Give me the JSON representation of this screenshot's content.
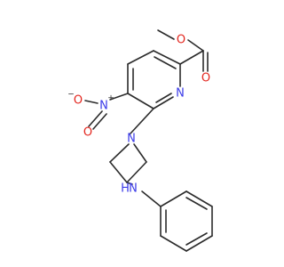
{
  "molecule": {
    "atoms": {
      "ester_o_methyl": "O",
      "ester_o_carbonyl": "O",
      "nitro_n": "N",
      "nitro_n_charge": "+",
      "nitro_o_single": "O",
      "nitro_o_single_charge": "−",
      "nitro_o_double": "O",
      "pyridine_n": "N",
      "azetidine_n": "N",
      "amine_n": "N",
      "amine_h": "H"
    },
    "colors": {
      "bond": "#2b2b2b",
      "oxygen": "#e3261e",
      "nitrogen": "#3a3ae8",
      "background": "#ffffff"
    }
  }
}
